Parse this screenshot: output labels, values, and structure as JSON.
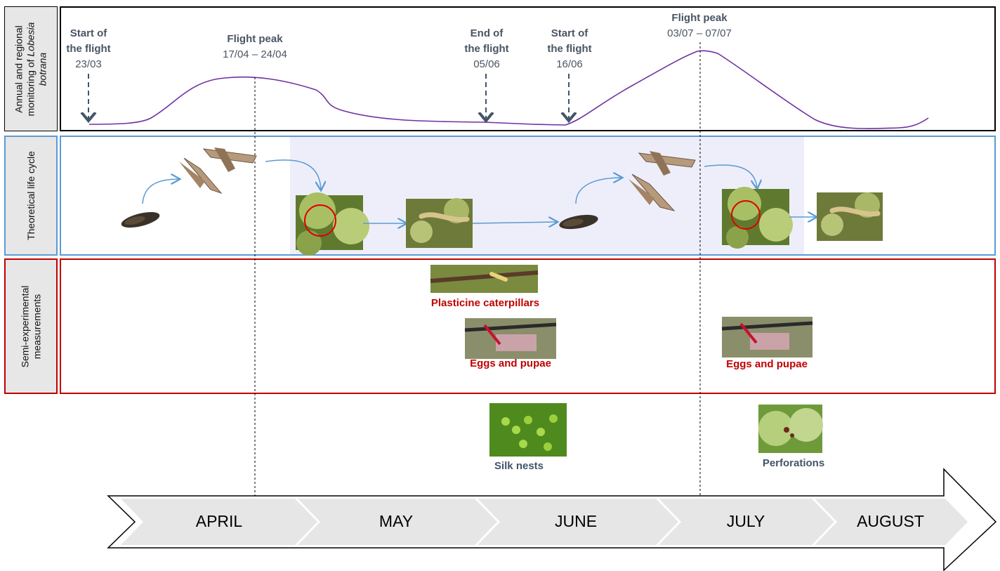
{
  "rows": {
    "monitoring_label_line1": "Annual and regional",
    "monitoring_label_line2": "monitoring of",
    "monitoring_label_species": "Lobesia",
    "monitoring_label_species2": "botrana",
    "lifecycle_label": "Theoretical life cycle",
    "semi_label_line1": "Semi-experimental",
    "semi_label_line2": "measurements"
  },
  "events": [
    {
      "title_l1": "Start of",
      "title_l2": "the flight",
      "date": "23/03"
    },
    {
      "title_l1": "Flight peak",
      "title_l2": "",
      "date": "17/04 – 24/04"
    },
    {
      "title_l1": "End of",
      "title_l2": "the flight",
      "date": "05/06"
    },
    {
      "title_l1": "Start of",
      "title_l2": "the flight",
      "date": "16/06"
    },
    {
      "title_l1": "Flight peak",
      "title_l2": "",
      "date": "03/07 – 07/07"
    }
  ],
  "captions": {
    "plasticine": "Plasticine caterpillars",
    "eggs1": "Eggs and pupae",
    "eggs2": "Eggs and pupae",
    "silk": "Silk nests",
    "perforations": "Perforations"
  },
  "months": [
    "APRIL",
    "MAY",
    "JUNE",
    "JULY",
    "AUGUST"
  ],
  "colors": {
    "curve": "#7030a0",
    "lifecycle_border": "#5b9bd5",
    "semi_border": "#c00000",
    "caption_red": "#c00000",
    "caption_slate": "#44546a",
    "shade": "#eeeefa"
  },
  "icons": {
    "pupa": "pupa-icon",
    "moth": "moth-icon",
    "berry": "grape-berry-egg-icon",
    "larva": "caterpillar-icon"
  }
}
